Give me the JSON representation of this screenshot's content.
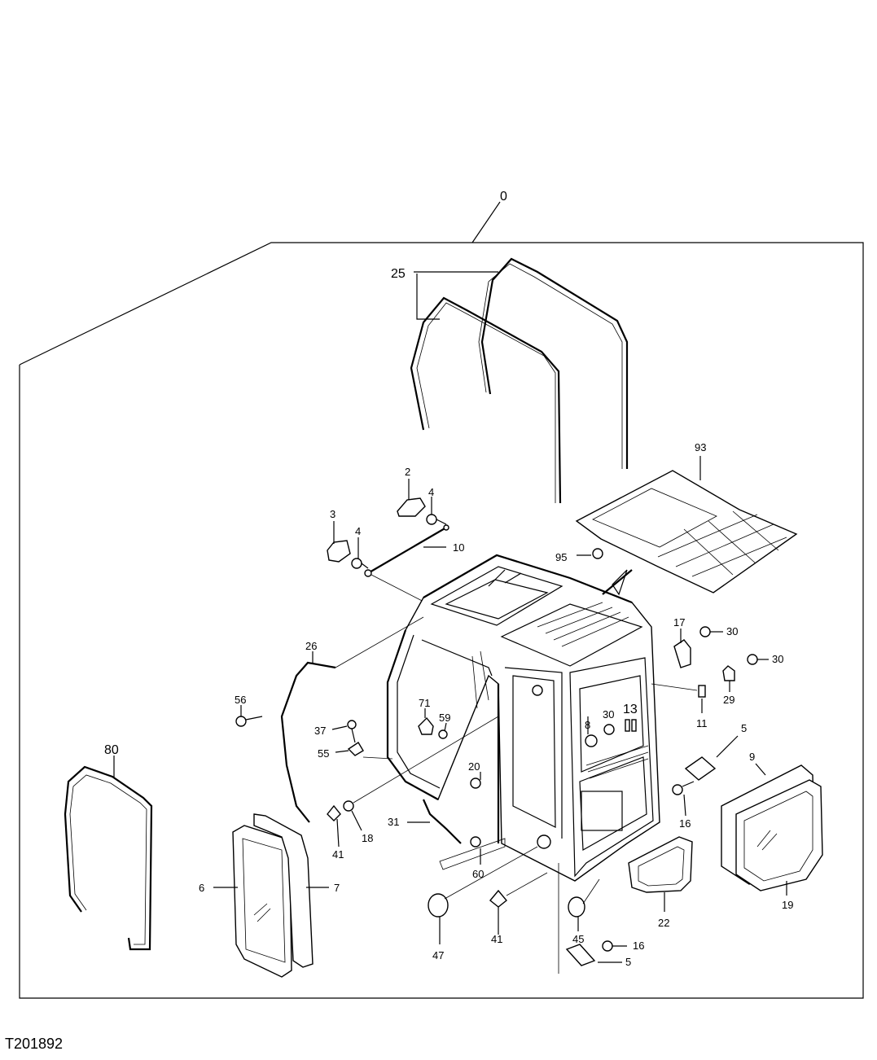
{
  "figure_id": "T201892",
  "callouts": {
    "c0": "0",
    "c25": "25",
    "c93": "93",
    "c2": "2",
    "c4a": "4",
    "c3": "3",
    "c4b": "4",
    "c10": "10",
    "c95": "95",
    "c17": "17",
    "c30a": "30",
    "c30b": "30",
    "c29": "29",
    "c11": "11",
    "c26": "26",
    "c56": "56",
    "c71": "71",
    "c59": "59",
    "c37": "37",
    "c55": "55",
    "c8": "8",
    "c30c": "30",
    "c13": "13",
    "c5a": "5",
    "c9": "9",
    "c20": "20",
    "c31": "31",
    "c80": "80",
    "c18": "18",
    "c41a": "41",
    "c6": "6",
    "c7": "7",
    "c60": "60",
    "c16a": "16",
    "c22": "22",
    "c19": "19",
    "c47": "47",
    "c41b": "41",
    "c45": "45",
    "c16b": "16",
    "c5b": "5"
  }
}
